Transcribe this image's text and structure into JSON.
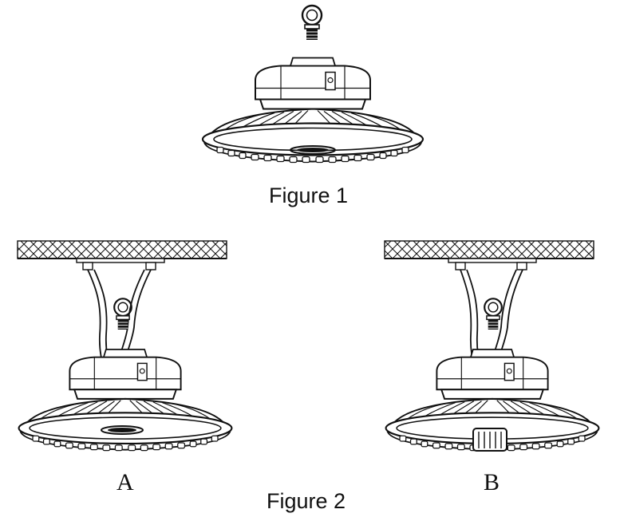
{
  "figure1": {
    "caption": "Figure 1"
  },
  "figure2": {
    "caption": "Figure 2",
    "variants": [
      {
        "label": "A"
      },
      {
        "label": "B"
      }
    ]
  },
  "colors": {
    "line": "#111111",
    "background": "#ffffff"
  }
}
